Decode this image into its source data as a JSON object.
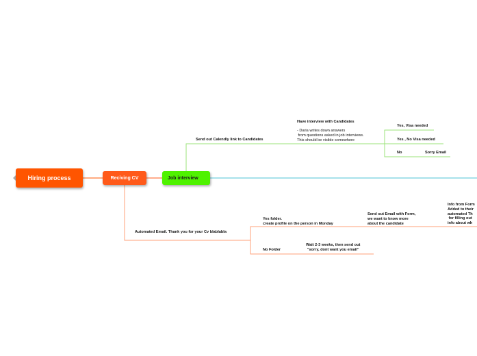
{
  "colors": {
    "root": "#ff5500",
    "cv": "#ff5a1a",
    "interview": "#4ff200",
    "line_orange": "#ffa07a",
    "line_green": "#9be37a",
    "line_teal": "#4dc3d6"
  },
  "root": {
    "label": "Hiring process"
  },
  "cv": {
    "label": "Reciving CV"
  },
  "interview": {
    "label": "Job interview"
  },
  "green": {
    "calendly": "Send out Calendly link to Candidates",
    "have_interview_title": "Have interview with Candidates",
    "have_interview_body": "- Daria writes down answers\n from questions asked in job interviews.\nThis should be visible somewhere",
    "yes_visa": "Yes, Visa needed",
    "yes_no_visa": "Yes , No Visa needed",
    "no": "No",
    "sorry": "Sorry Email"
  },
  "orange": {
    "auto_email": "Automated Email. Thank you for your Cv blablabla",
    "yes_folder": "Yes folder.\ncreate profile on the person in Monday",
    "send_form": "Send out Email with Form,\nwe want to know more\nabout the candidate",
    "info_form": "Info from Form\nAdded to their\nautomated Th\n for filling out\ninfo about wh",
    "no_folder": "No Folder",
    "wait": "Wait 2-3 weeks, then send out\n\"sorry, dont want you email\""
  }
}
